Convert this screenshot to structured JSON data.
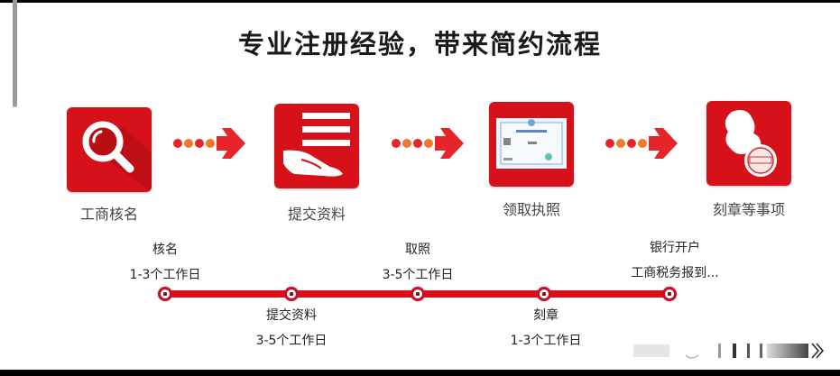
{
  "title": "专业注册经验，带来简约流程",
  "steps": [
    {
      "label": "工商核名",
      "icon": "magnifier-icon"
    },
    {
      "label": "提交资料",
      "icon": "hand-document-icon"
    },
    {
      "label": "领取执照",
      "icon": "business-license-icon"
    },
    {
      "label": "刻章等事项",
      "icon": "stamp-icon"
    }
  ],
  "timeline": [
    {
      "name": "核名",
      "duration": "1-3个工作日",
      "position": "above"
    },
    {
      "name": "提交资料",
      "duration": "3-5个工作日",
      "position": "below"
    },
    {
      "name": "取照",
      "duration": "3-5个工作日",
      "position": "above"
    },
    {
      "name": "刻章",
      "duration": "1-3个工作日",
      "position": "below"
    },
    {
      "name": "银行开户",
      "duration": "工商税务报到...",
      "position": "above"
    }
  ],
  "colors": {
    "brand_red": "#d7111a",
    "arrow_red": "#e8242b",
    "arrow_orange": "#f07a2a"
  }
}
